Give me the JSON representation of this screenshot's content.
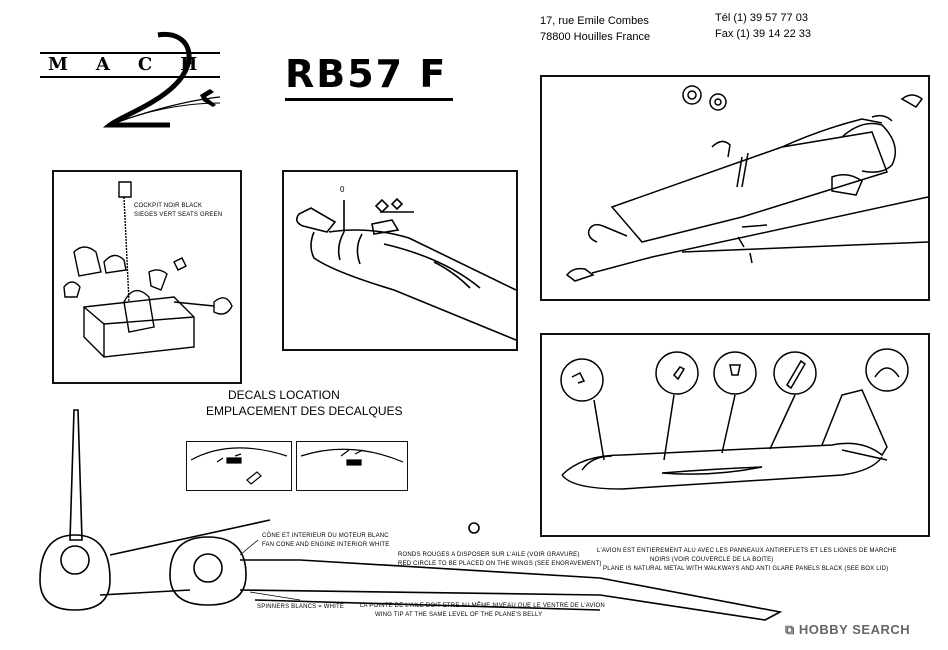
{
  "header": {
    "logo_text": "MACH",
    "logo_numeral": "2",
    "title": "RB57 F",
    "address_line1": "17, rue Emile Combes",
    "address_line2": "78800 Houilles France",
    "phone": "Tél (1) 39 57 77 03",
    "fax": "Fax (1) 39 14 22 33"
  },
  "cockpit_panel": {
    "label_line1": "COCKPIT NOIR BLACK",
    "label_line2": "SIEGES VERT  SEATS GREEN"
  },
  "nose_panel": {
    "part_label": "0"
  },
  "decals": {
    "title_en": "DECALS LOCATION",
    "title_fr": "EMPLACEMENT DES DECALQUES"
  },
  "bottom_notes": {
    "engine_fr": "CÔNE ET INTERIEUR DU MOTEUR BLANC",
    "engine_en": "FAN CONE AND ENGINE INTERIOR WHITE",
    "roundels_fr": "RONDS ROUGES A DISPOSER SUR L'AILE (VOIR GRAVURE)",
    "roundels_en": "RED CIRCLE TO BE PLACED ON THE WINGS (SEE ENGRAVEMENT)",
    "plane_fr1": "L'AVION EST ENTIEREMENT ALU AVEC LES PANNEAUX ANTIREFLETS ET LES LIGNES DE MARCHE",
    "plane_fr2": "NOIRS (VOIR COUVERCLE DE LA BOITE)",
    "plane_en": "PLANE IS NATURAL METAL WITH WALKWAYS AND ANTI GLARE PANELS BLACK (SEE BOX LID)",
    "stripes": "SPINNERS BLANCS = WHITE",
    "wingtip_fr": "LA POINTE DE L'AILE DOIT ETRE AU MÊME NIVEAU QUE LE VENTRE DE L'AVION",
    "wingtip_en": "WING TIP AT THE SAME LEVEL OF THE PLANE'S BELLY"
  },
  "watermark": "HOBBY SEARCH"
}
